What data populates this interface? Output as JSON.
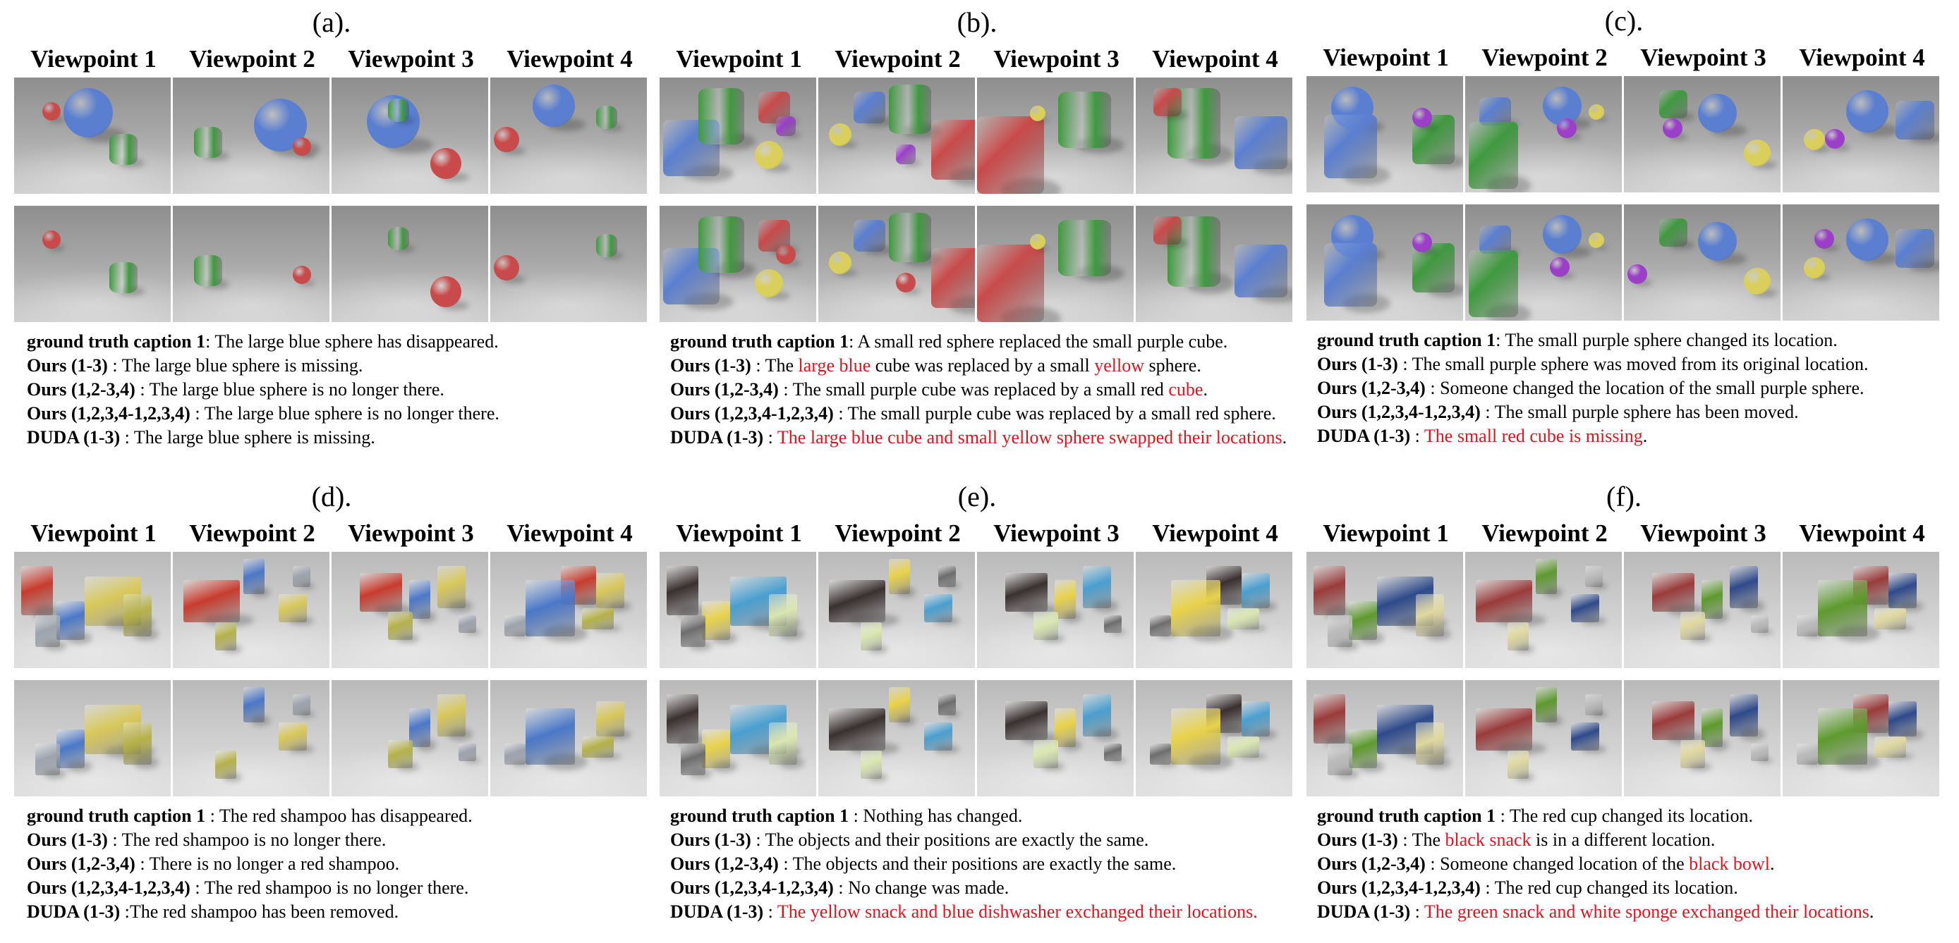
{
  "viewpoint_labels": [
    "Viewpoint 1",
    "Viewpoint 2",
    "Viewpoint 3",
    "Viewpoint 4"
  ],
  "panels": [
    {
      "label": "(a).",
      "captions": [
        {
          "prefix": "ground truth caption 1",
          "sep": ": ",
          "parts": [
            {
              "text": "The large blue sphere has disappeared.",
              "red": false
            }
          ]
        },
        {
          "prefix": "Ours (1-3)",
          "sep": " : ",
          "parts": [
            {
              "text": "The large blue sphere is missing.",
              "red": false
            }
          ]
        },
        {
          "prefix": "Ours (1,2-3,4)",
          "sep": " : ",
          "parts": [
            {
              "text": "The large blue sphere is no longer there.",
              "red": false
            }
          ]
        },
        {
          "prefix": "Ours (1,2,3,4-1,2,3,4)",
          "sep": " : ",
          "parts": [
            {
              "text": "The large blue sphere is no longer there.",
              "red": false
            }
          ]
        },
        {
          "prefix": "DUDA (1-3)",
          "sep": " : ",
          "parts": [
            {
              "text": "The large blue sphere is missing.",
              "red": false
            }
          ]
        }
      ]
    },
    {
      "label": "(b).",
      "captions": [
        {
          "prefix": "ground truth caption 1",
          "sep": ": ",
          "parts": [
            {
              "text": "A small red sphere replaced the small purple cube.",
              "red": false
            }
          ]
        },
        {
          "prefix": "Ours (1-3)",
          "sep": " : ",
          "parts": [
            {
              "text": "The ",
              "red": false
            },
            {
              "text": "large blue",
              "red": true
            },
            {
              "text": " cube was replaced by a small ",
              "red": false
            },
            {
              "text": "yellow",
              "red": true
            },
            {
              "text": " sphere.",
              "red": false
            }
          ]
        },
        {
          "prefix": "Ours (1,2-3,4)",
          "sep": " : ",
          "parts": [
            {
              "text": "The small purple cube was replaced by a small red ",
              "red": false
            },
            {
              "text": "cube",
              "red": true
            },
            {
              "text": ".",
              "red": false
            }
          ]
        },
        {
          "prefix": "Ours (1,2,3,4-1,2,3,4)",
          "sep": " : ",
          "parts": [
            {
              "text": "The small purple cube was replaced by a small red sphere.",
              "red": false
            }
          ]
        },
        {
          "prefix": "DUDA (1-3)",
          "sep": " : ",
          "parts": [
            {
              "text": "The large blue cube and small yellow sphere swapped their locations",
              "red": true
            },
            {
              "text": ".",
              "red": false
            }
          ]
        }
      ]
    },
    {
      "label": "(c).",
      "captions": [
        {
          "prefix": "ground truth caption 1",
          "sep": ": ",
          "parts": [
            {
              "text": "The small purple sphere changed its location.",
              "red": false
            }
          ]
        },
        {
          "prefix": "Ours (1-3)",
          "sep": " : ",
          "parts": [
            {
              "text": "The small purple sphere was moved from its original location.",
              "red": false
            }
          ]
        },
        {
          "prefix": "Ours (1,2-3,4)",
          "sep": " : ",
          "parts": [
            {
              "text": "Someone changed the location of the small purple sphere.",
              "red": false
            }
          ]
        },
        {
          "prefix": "Ours (1,2,3,4-1,2,3,4)",
          "sep": " : ",
          "parts": [
            {
              "text": "The small purple sphere has been moved.",
              "red": false
            }
          ]
        },
        {
          "prefix": "DUDA (1-3)",
          "sep": " : ",
          "parts": [
            {
              "text": "The small red cube is missing",
              "red": true
            },
            {
              "text": ".",
              "red": false
            }
          ]
        }
      ]
    },
    {
      "label": "(d).",
      "captions": [
        {
          "prefix": "ground truth caption 1",
          "sep": " : ",
          "parts": [
            {
              "text": "The red shampoo has disappeared.",
              "red": false
            }
          ]
        },
        {
          "prefix": "Ours (1-3)",
          "sep": " : ",
          "parts": [
            {
              "text": "The red shampoo is no longer there.",
              "red": false
            }
          ]
        },
        {
          "prefix": "Ours (1,2-3,4)",
          "sep": " : ",
          "parts": [
            {
              "text": "There is no longer a red shampoo.",
              "red": false
            }
          ]
        },
        {
          "prefix": "Ours (1,2,3,4-1,2,3,4)",
          "sep": " : ",
          "parts": [
            {
              "text": "The red shampoo is no longer there.",
              "red": false
            }
          ]
        },
        {
          "prefix": "DUDA (1-3)",
          "sep": " :",
          "parts": [
            {
              "text": "The red shampoo has been removed.",
              "red": false
            }
          ]
        }
      ]
    },
    {
      "label": "(e).",
      "captions": [
        {
          "prefix": "ground truth caption 1",
          "sep": " : ",
          "parts": [
            {
              "text": "Nothing has changed.",
              "red": false
            }
          ]
        },
        {
          "prefix": "Ours (1-3)",
          "sep": " : ",
          "parts": [
            {
              "text": "The objects and their positions are exactly the same.",
              "red": false
            }
          ]
        },
        {
          "prefix": "Ours (1,2-3,4)",
          "sep": " : ",
          "parts": [
            {
              "text": "The objects and their positions are exactly the same.",
              "red": false
            }
          ]
        },
        {
          "prefix": "Ours (1,2,3,4-1,2,3,4)",
          "sep": " : ",
          "parts": [
            {
              "text": "No change was made.",
              "red": false
            }
          ]
        },
        {
          "prefix": "DUDA (1-3)",
          "sep": " : ",
          "parts": [
            {
              "text": "The yellow snack and blue dishwasher exchanged their locations.",
              "red": true
            }
          ]
        }
      ]
    },
    {
      "label": "(f).",
      "captions": [
        {
          "prefix": "ground truth caption 1",
          "sep": " : ",
          "parts": [
            {
              "text": "The red cup changed its location.",
              "red": false
            }
          ]
        },
        {
          "prefix": "Ours (1-3)",
          "sep": " : ",
          "parts": [
            {
              "text": "The ",
              "red": false
            },
            {
              "text": "black snack",
              "red": true
            },
            {
              "text": " is in a different location.",
              "red": false
            }
          ]
        },
        {
          "prefix": "Ours (1,2-3,4)",
          "sep": " : ",
          "parts": [
            {
              "text": "Someone changed location of the ",
              "red": false
            },
            {
              "text": "black bowl",
              "red": true
            },
            {
              "text": ".",
              "red": false
            }
          ]
        },
        {
          "prefix": "Ours (1,2,3,4-1,2,3,4)",
          "sep": " : ",
          "parts": [
            {
              "text": "The red cup changed its location.",
              "red": false
            }
          ]
        },
        {
          "prefix": "DUDA (1-3)",
          "sep": " : ",
          "parts": [
            {
              "text": "The green snack and white sponge exchanged their locations",
              "red": true
            },
            {
              "text": ".",
              "red": false
            }
          ]
        }
      ]
    }
  ],
  "colors": {
    "highlight_red": "#e0141e",
    "clevr_blue": "#5b7fd0",
    "clevr_green": "#3f9a3f",
    "clevr_red": "#c94a4a",
    "clevr_purple": "#9b3fc9",
    "clevr_yellow": "#d9cf5a"
  }
}
